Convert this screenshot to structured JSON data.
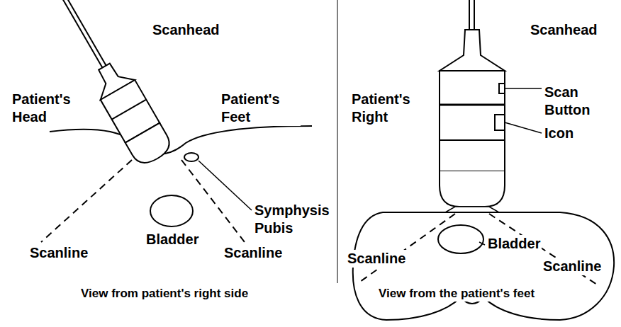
{
  "diagram": {
    "labels": [
      "Scanhead",
      "Patient's Head",
      "Patient's Feet",
      "Symphysis Pubis",
      "Bladder",
      "Scanline",
      "Scanline",
      "View from patient's right side",
      "Scanhead",
      "Patient's Right",
      "Scan Button",
      "Icon",
      "Bladder",
      "Scanline",
      "Scanline",
      "View from the patient's feet"
    ]
  }
}
